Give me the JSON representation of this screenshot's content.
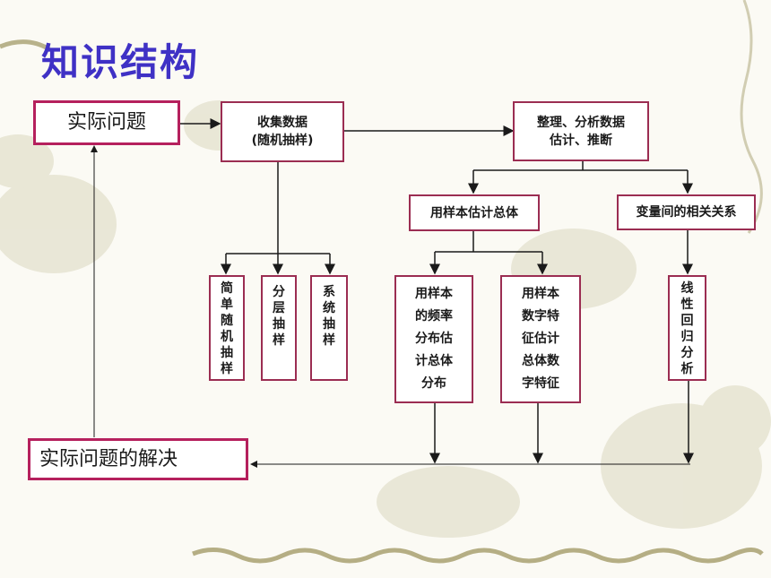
{
  "title": "知识结构",
  "nodes": {
    "problem": "实际问题",
    "collect": [
      "收集数据",
      "(随机抽样)"
    ],
    "analyze": [
      "整理、分析数据",
      "估计、推断"
    ],
    "simple_sampling": [
      "简",
      "单",
      "随",
      "机",
      "抽",
      "样"
    ],
    "stratified_sampling": [
      "分",
      "层",
      "抽",
      "样"
    ],
    "systematic_sampling": [
      "系",
      "统",
      "抽",
      "样"
    ],
    "sample_estimate": "用样本估计总体",
    "correlation": "变量间的相关关系",
    "freq_dist": [
      "用样本",
      "的频率",
      "分布估",
      "计总体",
      "分布"
    ],
    "num_features": [
      "用样本",
      "数字特",
      "征估计",
      "总体数",
      "字特征"
    ],
    "regression": [
      "线",
      "性",
      "回",
      "归",
      "分",
      "析"
    ],
    "solution": "实际问题的解决"
  },
  "colors": {
    "title": "#3f31c5",
    "box_border": "#9b2d52",
    "emphasis_border": "#b5205d",
    "connector": "#1a1a1a"
  }
}
